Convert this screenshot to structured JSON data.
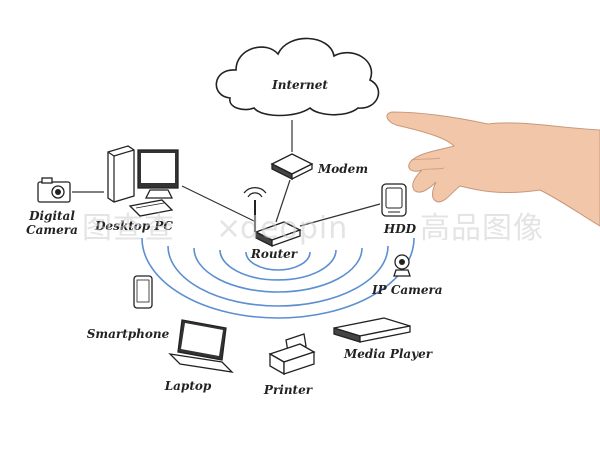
{
  "labels": {
    "internet": "Internet",
    "modem": "Modem",
    "router": "Router",
    "hdd": "HDD",
    "ip_camera": "IP Camera",
    "media_player": "Media Player",
    "printer": "Printer",
    "laptop": "Laptop",
    "smartphone": "Smartphone",
    "desktop_pc": "Desktop PC",
    "digital_camera_line1": "Digital",
    "digital_camera_line2": "Camera"
  },
  "watermark": {
    "left": "图查查",
    "separator": "×",
    "right": "deopin",
    "right_cn": "高品图像"
  },
  "colors": {
    "wifi_waves": "#5b8fd1",
    "ink": "#222222",
    "skin": "#f2c6a8"
  },
  "icons": [
    "cloud-icon",
    "modem-icon",
    "router-icon",
    "hdd-icon",
    "ip-camera-icon",
    "media-player-icon",
    "printer-icon",
    "laptop-icon",
    "smartphone-icon",
    "desktop-pc-icon",
    "digital-camera-icon",
    "hand-icon"
  ]
}
